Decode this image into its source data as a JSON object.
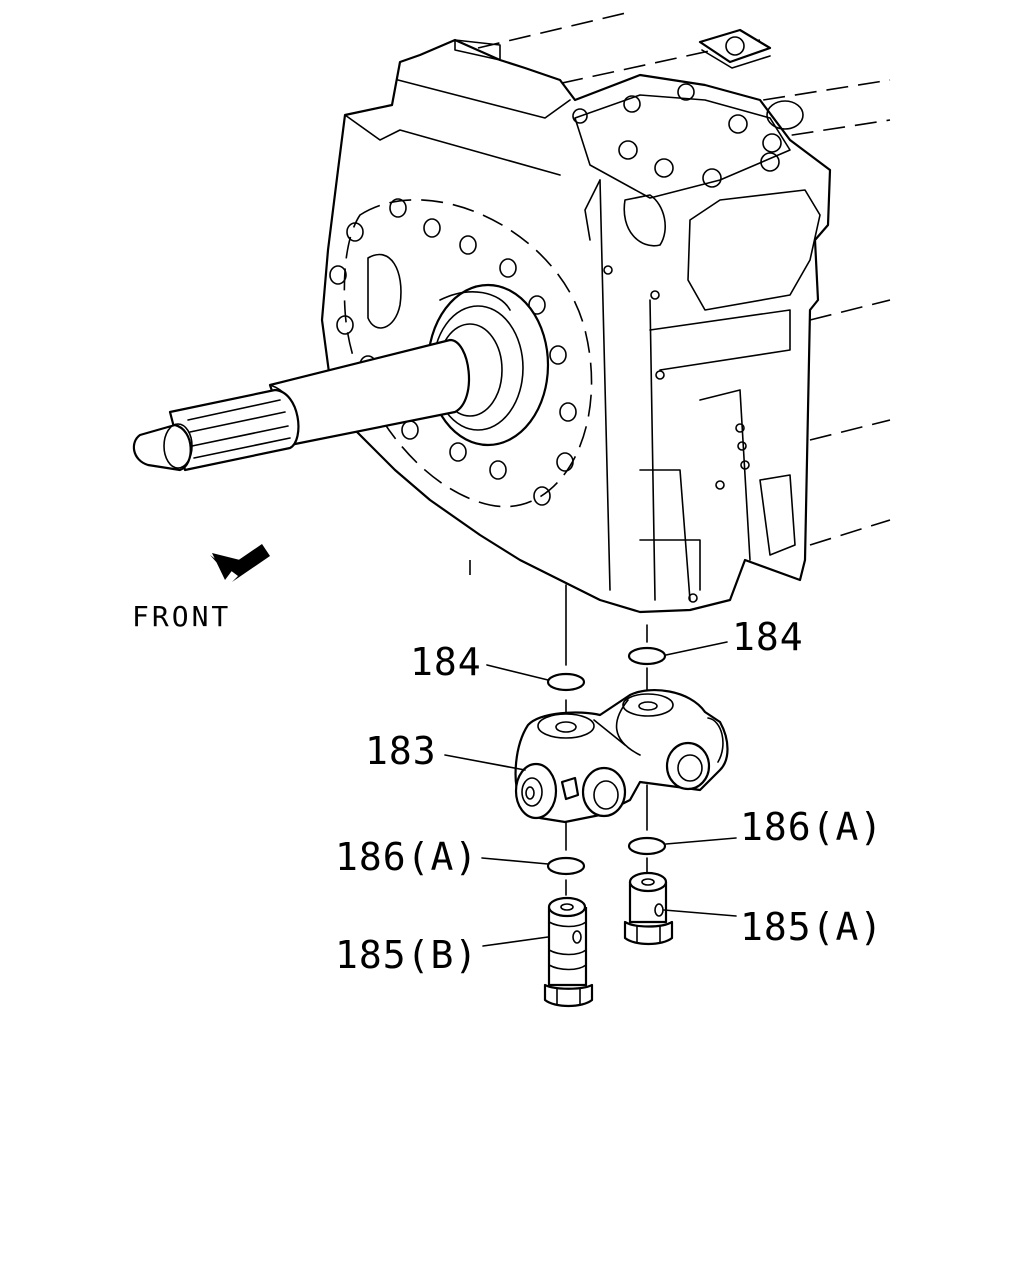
{
  "direction_label": "FRONT",
  "callouts": {
    "oring_left": "184",
    "oring_right": "184",
    "block": "183",
    "washer_left": "186(A)",
    "washer_right": "186(A)",
    "bolt_left": "185(B)",
    "bolt_right": "185(A)"
  },
  "icons": {
    "direction_arrow": "front-arrow-icon"
  },
  "colors": {
    "line": "#000000",
    "background": "#ffffff"
  }
}
